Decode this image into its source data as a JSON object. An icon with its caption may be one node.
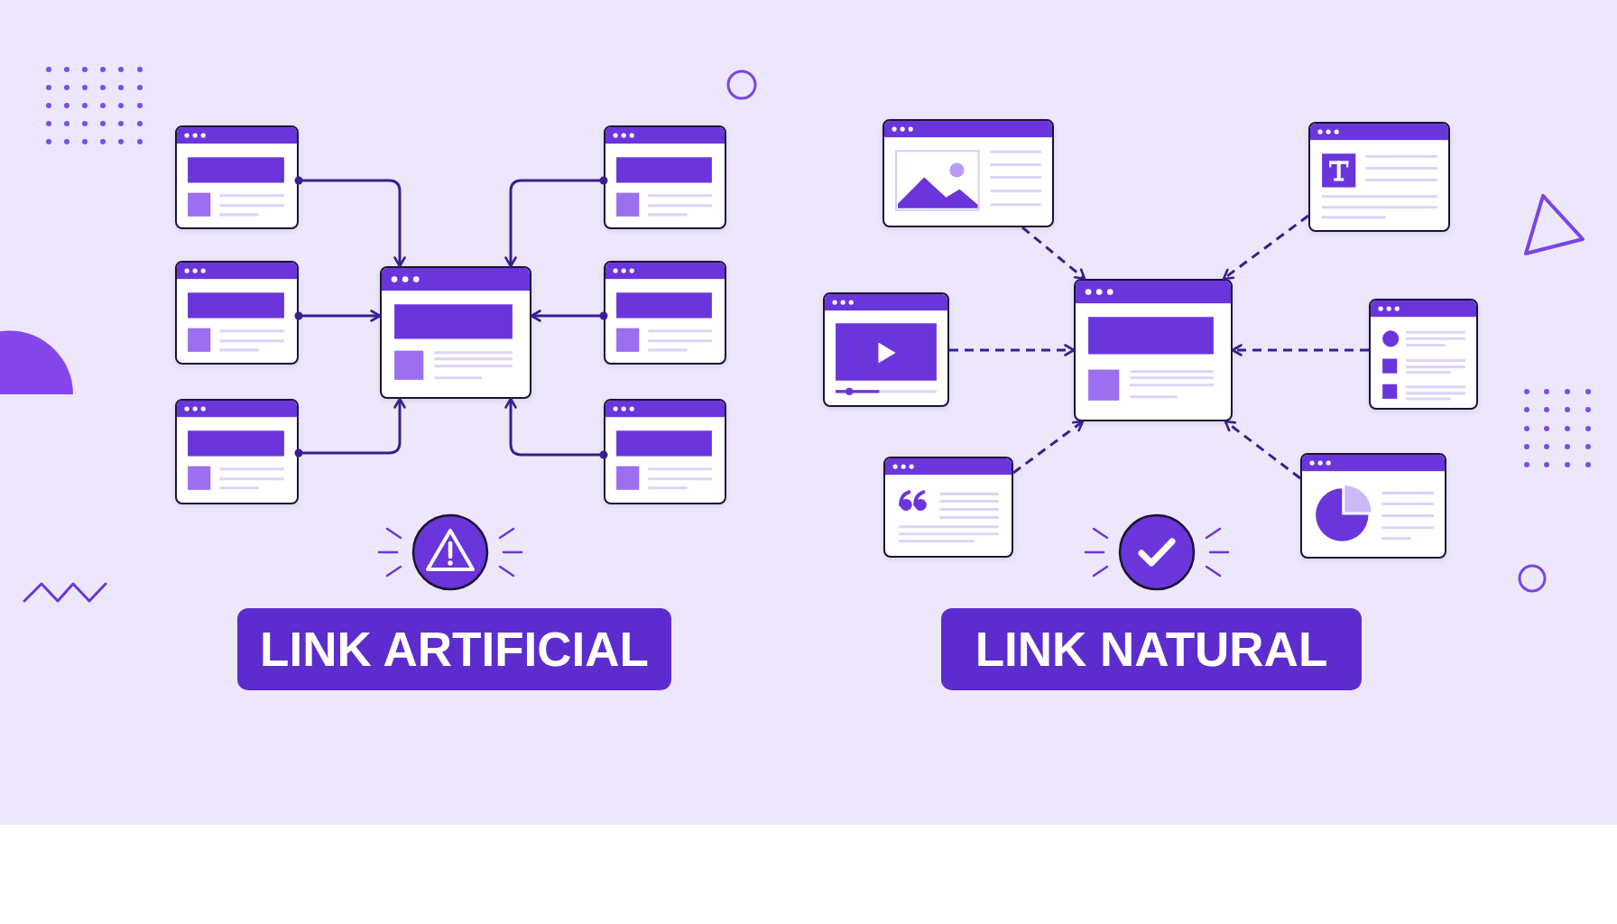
{
  "diagram": {
    "nodes": [
      {
        "text": [],
        "shape": "window"
      },
      {
        "text": [],
        "shape": "window"
      },
      {
        "text": [],
        "shape": "window"
      },
      {
        "text": [],
        "shape": "window"
      },
      {
        "text": [],
        "shape": "window"
      },
      {
        "text": [],
        "shape": "window"
      },
      {
        "text": [],
        "shape": "window"
      },
      {
        "text": [
          "LINK ARTIFICIAL"
        ]
      },
      {
        "text": [],
        "shape": "window"
      },
      {
        "text": [],
        "shape": "window"
      },
      {
        "text": [],
        "shape": "window"
      },
      {
        "text": [],
        "shape": "window"
      },
      {
        "text": [],
        "shape": "window"
      },
      {
        "text": [],
        "shape": "window"
      },
      {
        "text": [],
        "shape": "window"
      },
      {
        "text": [
          "LINK NATURAL"
        ]
      }
    ],
    "edges": [
      {
        "from": 0,
        "to": 3,
        "arrow": "to"
      },
      {
        "from": 1,
        "to": 3,
        "arrow": "to"
      },
      {
        "from": 2,
        "to": 3,
        "arrow": "to"
      },
      {
        "from": 4,
        "to": 3,
        "arrow": "to"
      },
      {
        "from": 5,
        "to": 3,
        "arrow": "to"
      },
      {
        "from": 6,
        "to": 3,
        "arrow": "to"
      },
      {
        "from": 8,
        "to": 11,
        "arrow": "to",
        "style": "dashed"
      },
      {
        "from": 9,
        "to": 11,
        "arrow": "to",
        "style": "dashed"
      },
      {
        "from": 10,
        "to": 11,
        "arrow": "to",
        "style": "dashed"
      },
      {
        "from": 12,
        "to": 11,
        "arrow": "to",
        "style": "dashed"
      },
      {
        "from": 13,
        "to": 11,
        "arrow": "to",
        "style": "dashed"
      },
      {
        "from": 14,
        "to": 11,
        "arrow": "to",
        "style": "dashed"
      }
    ]
  }
}
